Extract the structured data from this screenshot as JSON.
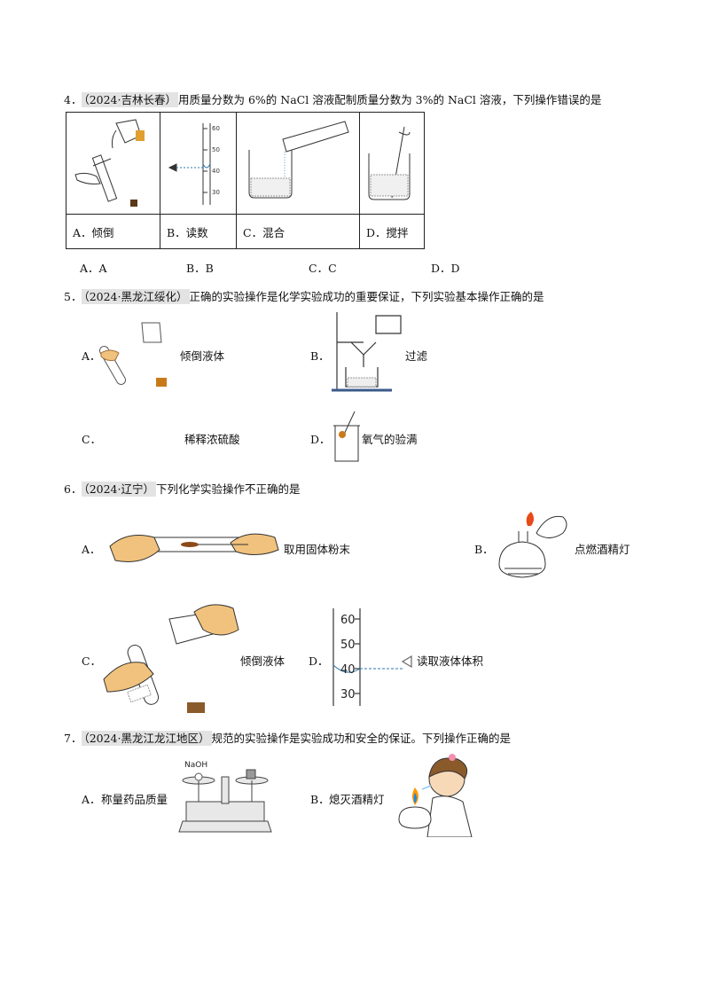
{
  "q4": {
    "number": "4．",
    "source": "（2024·吉林长春）",
    "stem": "用质量分数为 6%的 NaCl 溶液配制质量分数为 3%的 NaCl 溶液，下列操作错误的是",
    "table_captions": [
      "A．倾倒",
      "B．读数",
      "C．混合",
      "D．搅拌"
    ],
    "cylinder_scale": [
      "60",
      "50",
      "40",
      "30"
    ],
    "choices": [
      "A．A",
      "B．B",
      "C．C",
      "D．D"
    ]
  },
  "q5": {
    "number": "5．",
    "source": "（2024·黑龙江绥化）",
    "stem": "正确的实验操作是化学实验成功的重要保证，下列实验基本操作正确的是",
    "options": [
      {
        "letter": "A．",
        "text": "倾倒液体"
      },
      {
        "letter": "B．",
        "text": "过滤"
      },
      {
        "letter": "C．",
        "text": "稀释浓硫酸"
      },
      {
        "letter": "D．",
        "text": "氧气的验满"
      }
    ]
  },
  "q6": {
    "number": "6．",
    "source": "（2024·辽宁）",
    "stem": "下列化学实验操作不正确的是",
    "options": [
      {
        "letter": "A．",
        "text": "取用固体粉末"
      },
      {
        "letter": "B．",
        "text": "点燃酒精灯"
      },
      {
        "letter": "C．",
        "text": "倾倒液体"
      },
      {
        "letter": "D．",
        "text": "读取液体体积"
      }
    ],
    "cylinder_scale": [
      "60",
      "50",
      "40",
      "30"
    ]
  },
  "q7": {
    "number": "7．",
    "source": "（2024·黑龙江龙江地区）",
    "stem": "规范的实验操作是实验成功和安全的保证。下列操作正确的是",
    "options": [
      {
        "letter": "A．",
        "text": "称量药品质量"
      },
      {
        "letter": "B．",
        "text": "熄灭酒精灯"
      }
    ],
    "balance_label": "NaOH"
  }
}
